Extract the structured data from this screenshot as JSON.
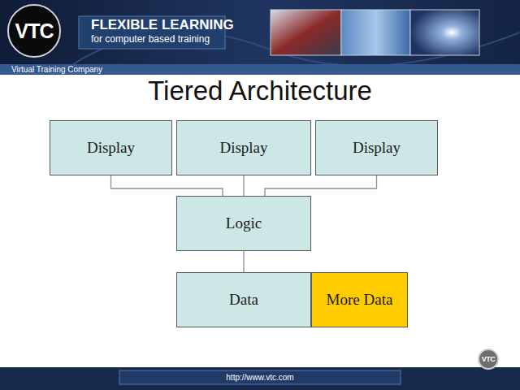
{
  "diagram": {
    "title": "Tiered Architecture",
    "nodes": [
      {
        "text": [
          "Display"
        ]
      },
      {
        "text": [
          "Display"
        ]
      },
      {
        "text": [
          "Display"
        ]
      },
      {
        "text": [
          "Logic"
        ]
      },
      {
        "text": [
          "Data"
        ]
      },
      {
        "text": [
          "More Data"
        ]
      }
    ],
    "edges": [
      {
        "from": 0,
        "to": 3,
        "arrow": "none"
      },
      {
        "from": 1,
        "to": 3,
        "arrow": "none"
      },
      {
        "from": 2,
        "to": 3,
        "arrow": "none"
      },
      {
        "from": 3,
        "to": 4,
        "arrow": "none"
      }
    ],
    "labels": [
      "VTC",
      "FLEXIBLE LEARNING",
      "for computer based training",
      "Virtual Training Company",
      "http://www.vtc.com",
      "VTC"
    ]
  }
}
